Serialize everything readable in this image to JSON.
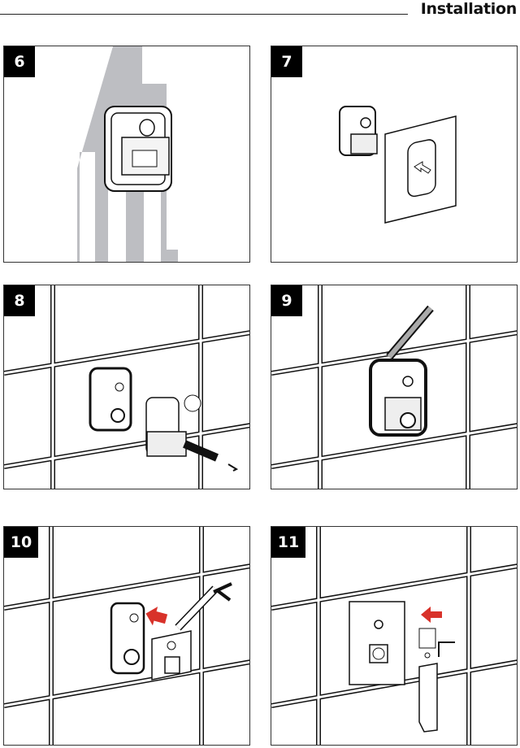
{
  "header": {
    "title": "Installation"
  },
  "steps": [
    {
      "number": "6"
    },
    {
      "number": "7"
    },
    {
      "number": "8"
    },
    {
      "number": "9"
    },
    {
      "number": "10"
    },
    {
      "number": "11"
    }
  ],
  "colors": {
    "arrow": "#d8322a",
    "wall": "#bdbec2",
    "ink": "#111111"
  }
}
